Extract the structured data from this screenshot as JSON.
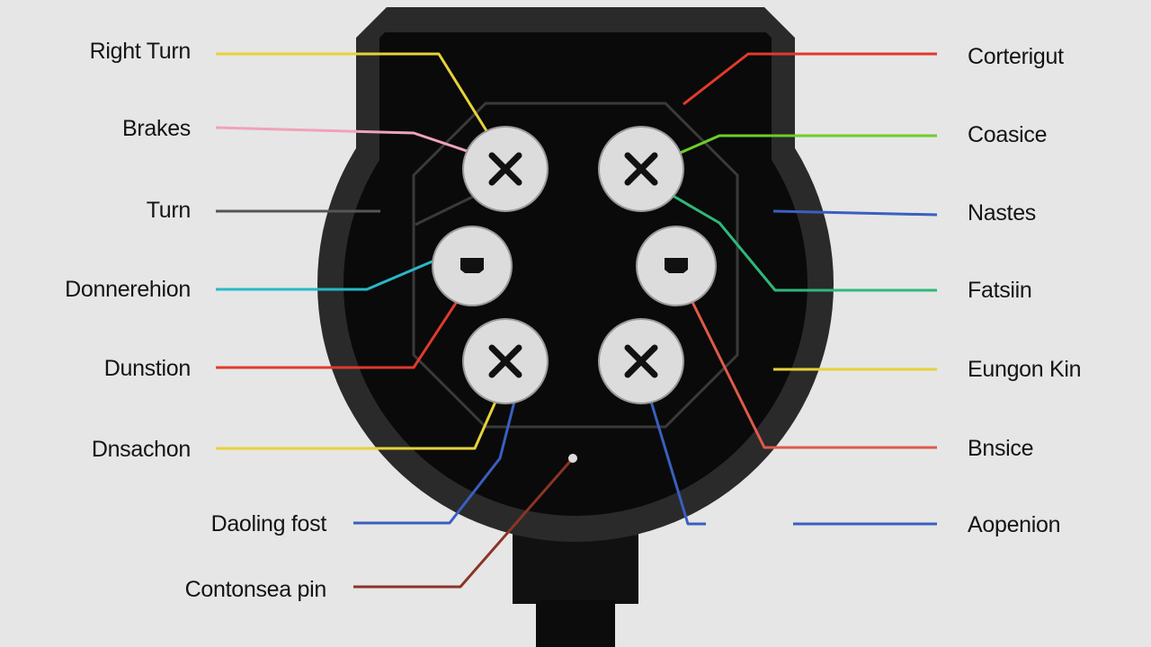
{
  "labels": {
    "left": [
      {
        "text": "Right Turn",
        "color": "#e6d23a"
      },
      {
        "text": "Brakes",
        "color": "#f0a3b8"
      },
      {
        "text": "Turn",
        "color": "#555555"
      },
      {
        "text": "Donnerehion",
        "color": "#28b8c8"
      },
      {
        "text": "Dunstion",
        "color": "#e03a2c"
      },
      {
        "text": "Dnsachon",
        "color": "#e6d23a"
      },
      {
        "text": "Daoling fost",
        "color": "#3a5fc0"
      },
      {
        "text": "Contonsea pin",
        "color": "#8c3426"
      }
    ],
    "right": [
      {
        "text": "Corterigut",
        "color": "#e03a2c"
      },
      {
        "text": "Coasice",
        "color": "#6ccf2a"
      },
      {
        "text": "Nastes",
        "color": "#3a5fc0"
      },
      {
        "text": "Fatsiin",
        "color": "#2fb87a"
      },
      {
        "text": "Eungon Kin",
        "color": "#e6d23a"
      },
      {
        "text": "Bnsice",
        "color": "#e05a4a"
      },
      {
        "text": "Aopenion",
        "color": "#3a5fc0"
      }
    ]
  },
  "pins": [
    {
      "symbol": "x-mark"
    },
    {
      "symbol": "x-mark"
    },
    {
      "symbol": "bracket-mark"
    },
    {
      "symbol": "bracket-mark"
    },
    {
      "symbol": "x-mark"
    },
    {
      "symbol": "x-mark"
    }
  ],
  "colors": {
    "background": "#e6e6e6",
    "connector_body": "#0a0a0a",
    "connector_rim": "#2a2a2a",
    "pin_fill": "#dcdcdc"
  }
}
